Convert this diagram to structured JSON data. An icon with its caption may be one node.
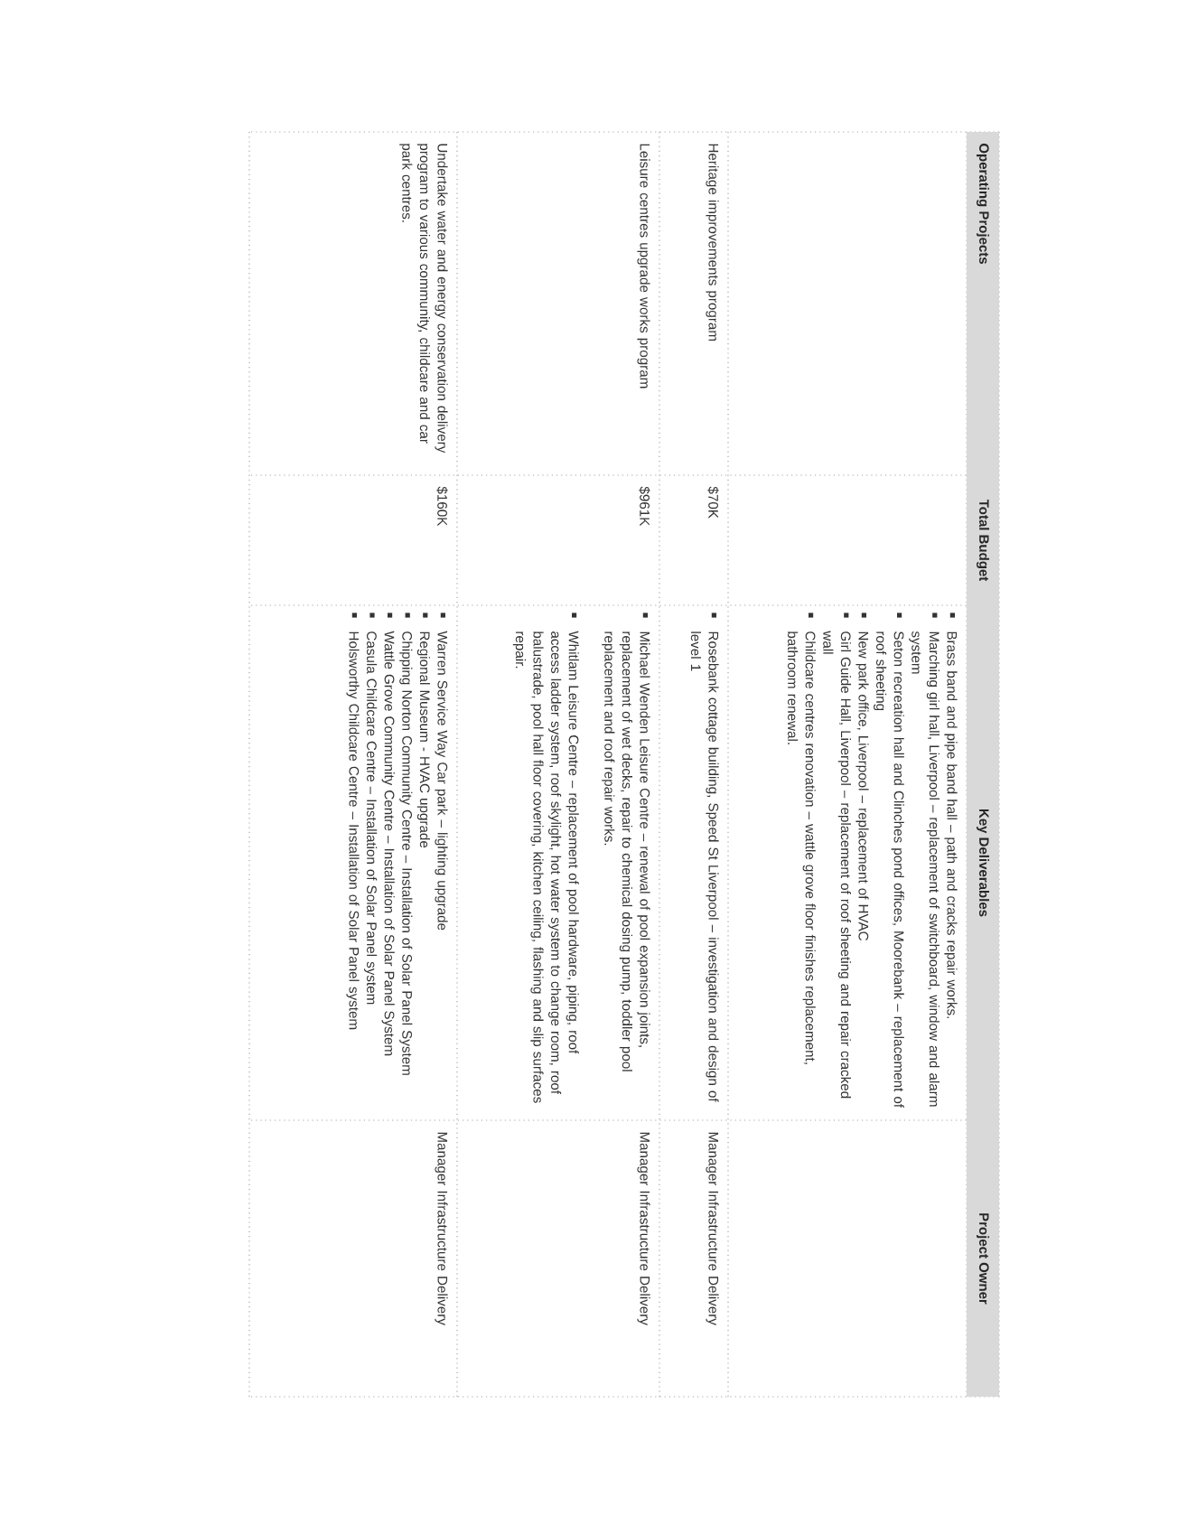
{
  "diagram": {
    "labels": [
      "Operating Projects",
      "Total Budget",
      "Key Deliverables",
      "Project Owner",
      "Brass band and pipe band hall – path and cracks repair works.",
      "Marching girl hall, Liverpool – replacement of switchboard, window and alarm system",
      "Seton recreation hall and Clinches pond offices, Moorebank – replacement of roof sheeting",
      "New park office, Liverpool – replacement of HVAC",
      "Girl Guide Hall, Liverpool – replacement of roof sheeting and repair cracked wall",
      "Childcare centres renovation – wattle grove floor finishes replacement, bathroom renewal.",
      "Heritage improvements program",
      "$70K",
      "Rosebank cottage building, Speed St Liverpool – investigation and design of level 1",
      "Manager Infrastructure Delivery",
      "Leisure centres upgrade works program",
      "$961K",
      "Michael Wenden Leisure Centre – renewal of pool expansion joints, replacement of wet decks, repair to chemical dosing pump, toddler pool replacement and roof repair works.",
      "Whitlam Leisure Centre – replacement of pool hardware, piping, roof access ladder system, roof skylight, hot water system to change room, roof balustrade, pool hall floor covering, kitchen ceiling, flashing and slip surfaces repair.",
      "Manager Infrastructure Delivery",
      "Undertake water and energy conservation delivery program to various community, childcare and car park centres.",
      "$160K",
      "Warren Service Way Car park – lighting upgrade",
      "Regional Museum - HVAC upgrade",
      "Chipping Norton Community Centre – Installation of Solar Panel System",
      "Wattle Grove Community Centre – Installation of Solar Panel System",
      "Casula Childcare Centre – Installation of Solar Panel system",
      "Holsworthy Childcare Centre – Installation of Solar Panel system",
      "Manager Infrastructure Delivery"
    ]
  }
}
